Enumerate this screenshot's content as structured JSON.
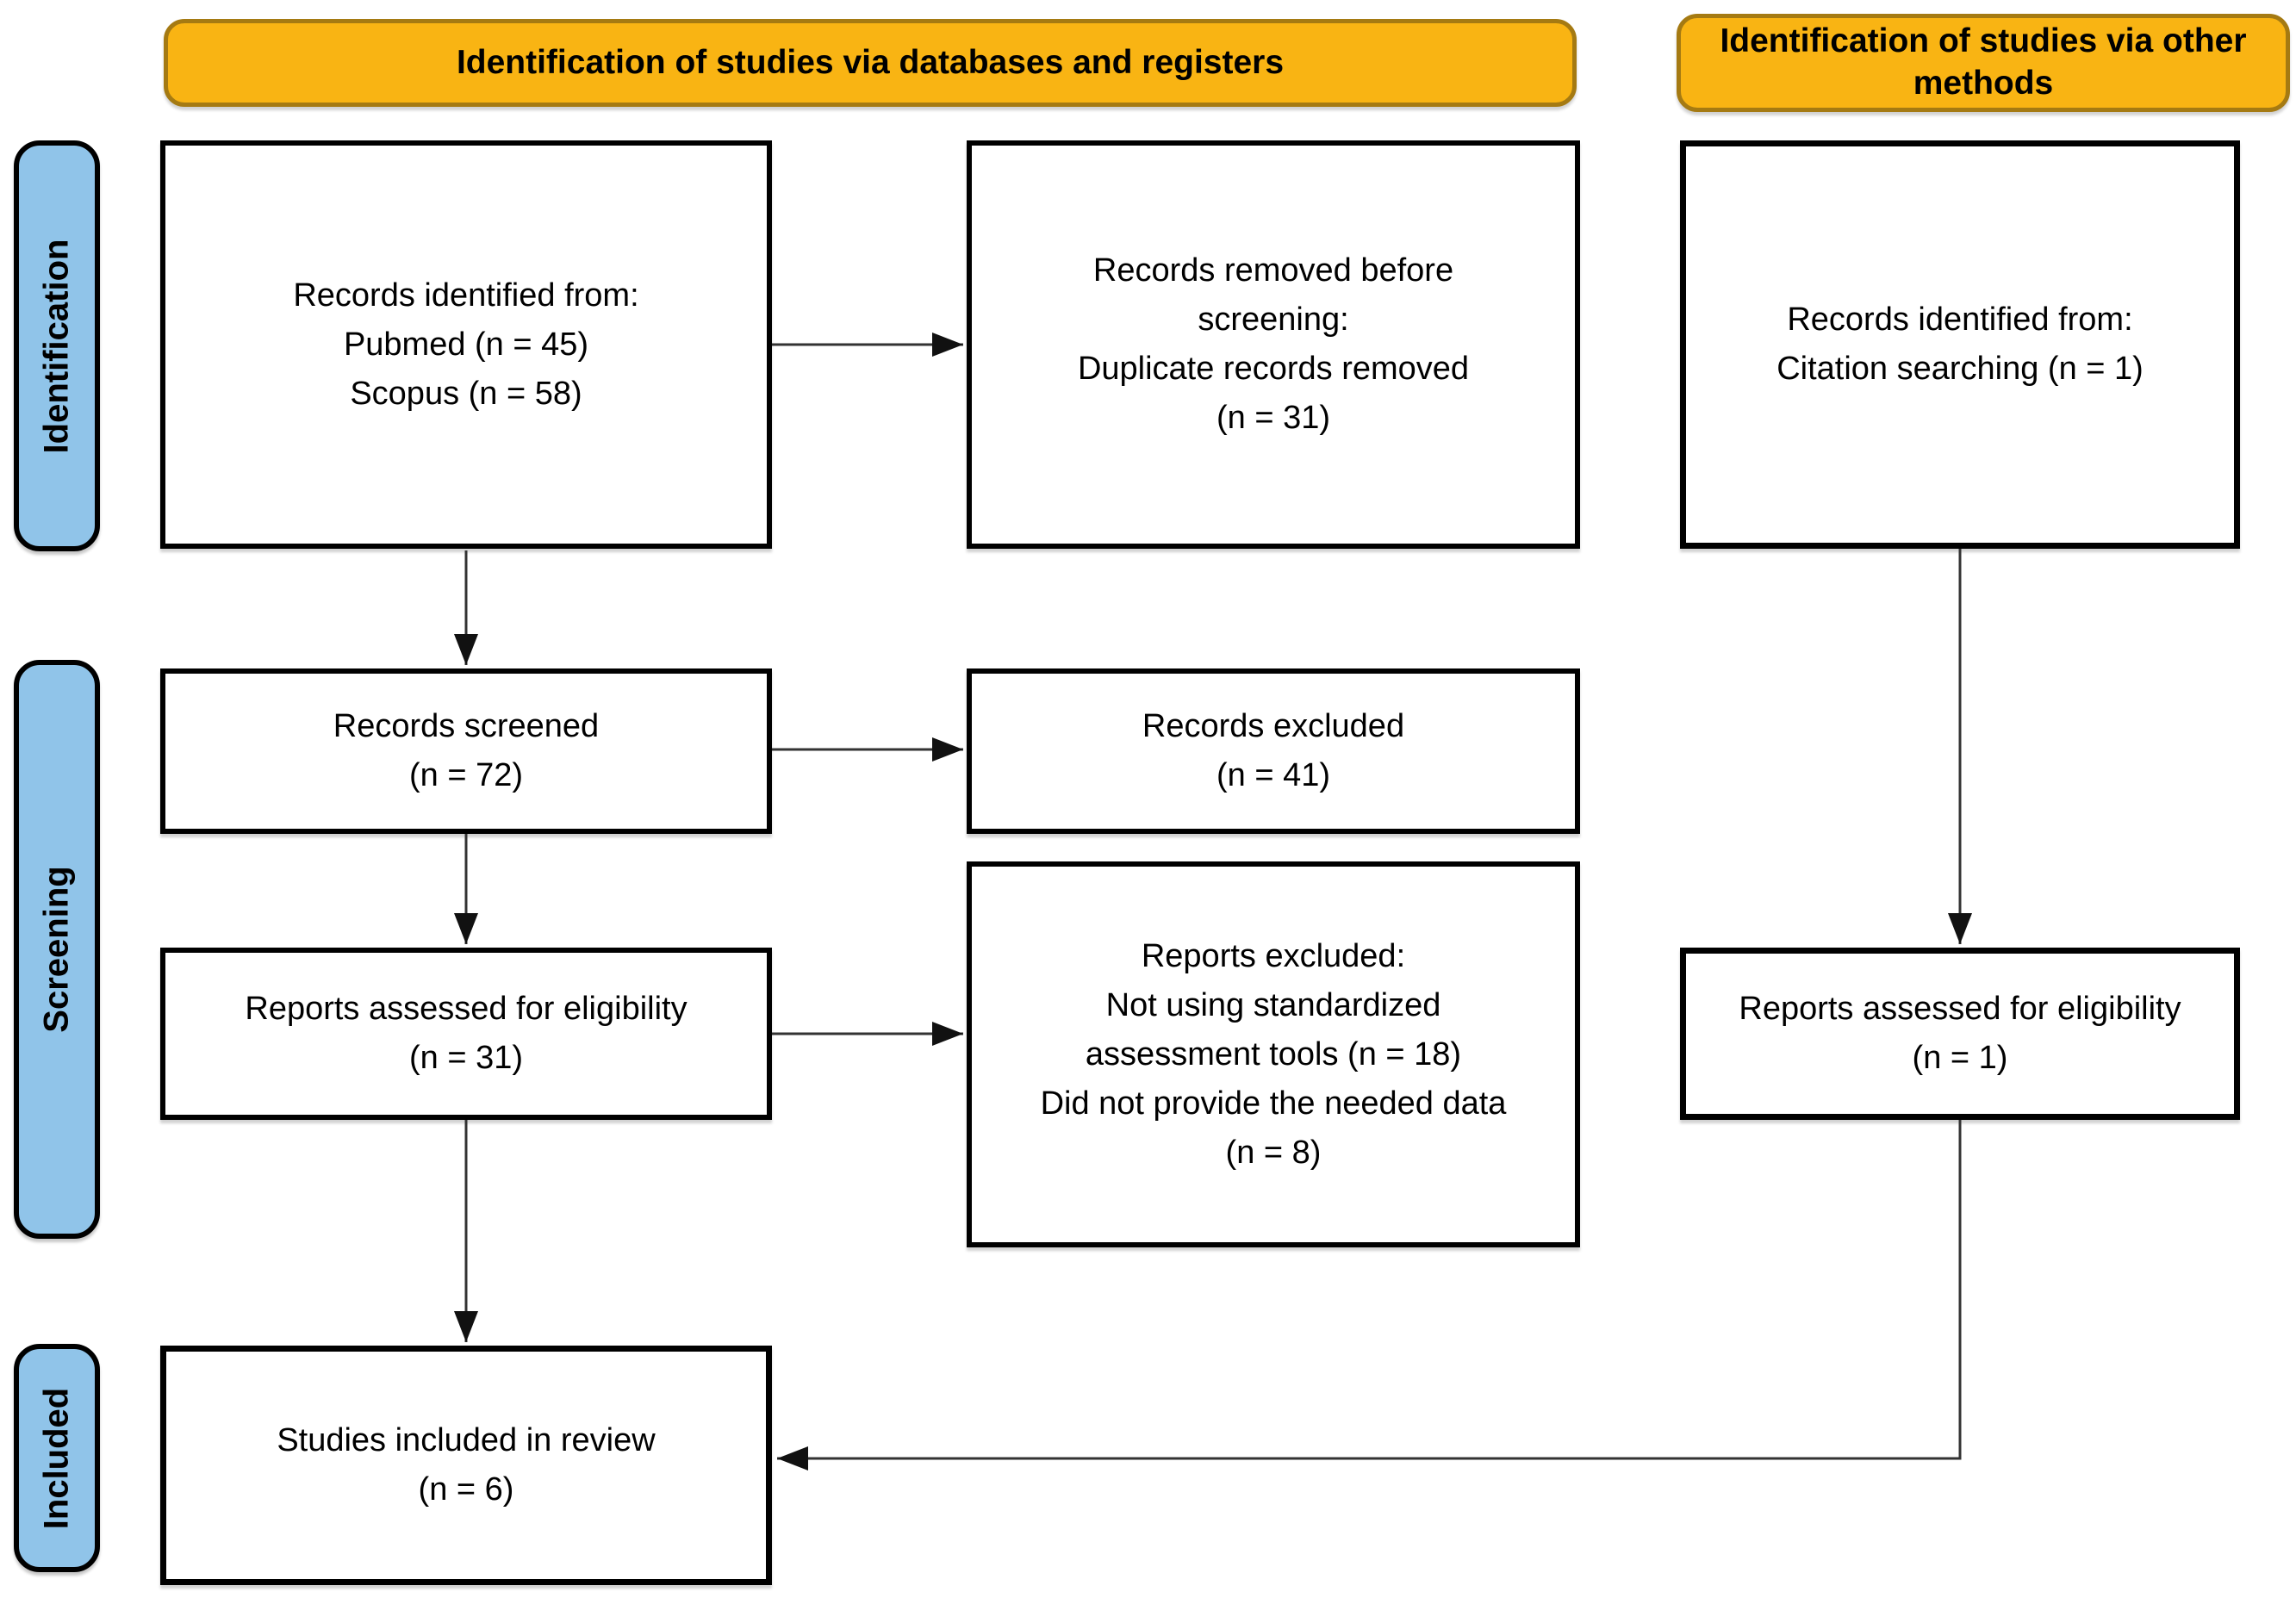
{
  "banners": {
    "databases": "Identification of studies via databases and registers",
    "other_methods": "Identification of studies via other methods"
  },
  "stages": {
    "identification": "Identification",
    "screening": "Screening",
    "included": "Included"
  },
  "boxes": {
    "records_identified": {
      "lines": [
        "Records identified from:",
        "Pubmed (n = 45)",
        "Scopus (n = 58)"
      ]
    },
    "records_removed": {
      "lines": [
        "Records removed before",
        "screening:",
        "Duplicate records removed",
        "(n = 31)"
      ]
    },
    "citation_identified": {
      "lines": [
        "Records identified from:",
        "Citation searching (n = 1)"
      ]
    },
    "records_screened": {
      "lines": [
        "Records screened",
        "(n = 72)"
      ]
    },
    "records_excluded": {
      "lines": [
        "Records excluded",
        "(n = 41)"
      ]
    },
    "reports_assessed": {
      "lines": [
        "Reports assessed for eligibility",
        "(n = 31)"
      ]
    },
    "reports_excluded": {
      "lines": [
        "Reports excluded:",
        "Not using standardized",
        "assessment tools (n = 18)",
        "Did not provide the needed data",
        "(n = 8)"
      ]
    },
    "citation_assessed": {
      "lines": [
        "Reports assessed for eligibility",
        "(n = 1)"
      ]
    },
    "studies_included": {
      "lines": [
        "Studies included in review",
        "(n = 6)"
      ]
    }
  },
  "colors": {
    "banner_fill": "#F9B413",
    "banner_border": "#A57A12",
    "stage_fill": "#90C4E9",
    "box_background": "#FFFFFF",
    "border": "#000000",
    "arrow": "#333333"
  }
}
